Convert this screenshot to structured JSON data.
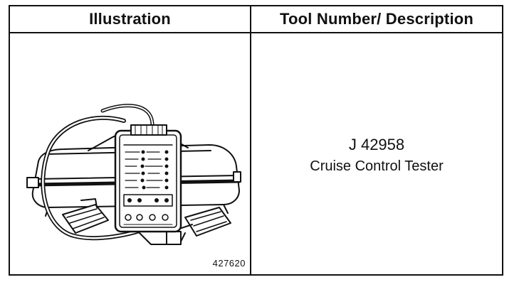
{
  "table": {
    "header_illustration": "Illustration",
    "header_tool": "Tool Number/ Description"
  },
  "tool": {
    "number": "J 42958",
    "description": "Cruise Control Tester"
  },
  "figure": {
    "number": "427620",
    "icon": "cruise-control-tester-illustration"
  }
}
